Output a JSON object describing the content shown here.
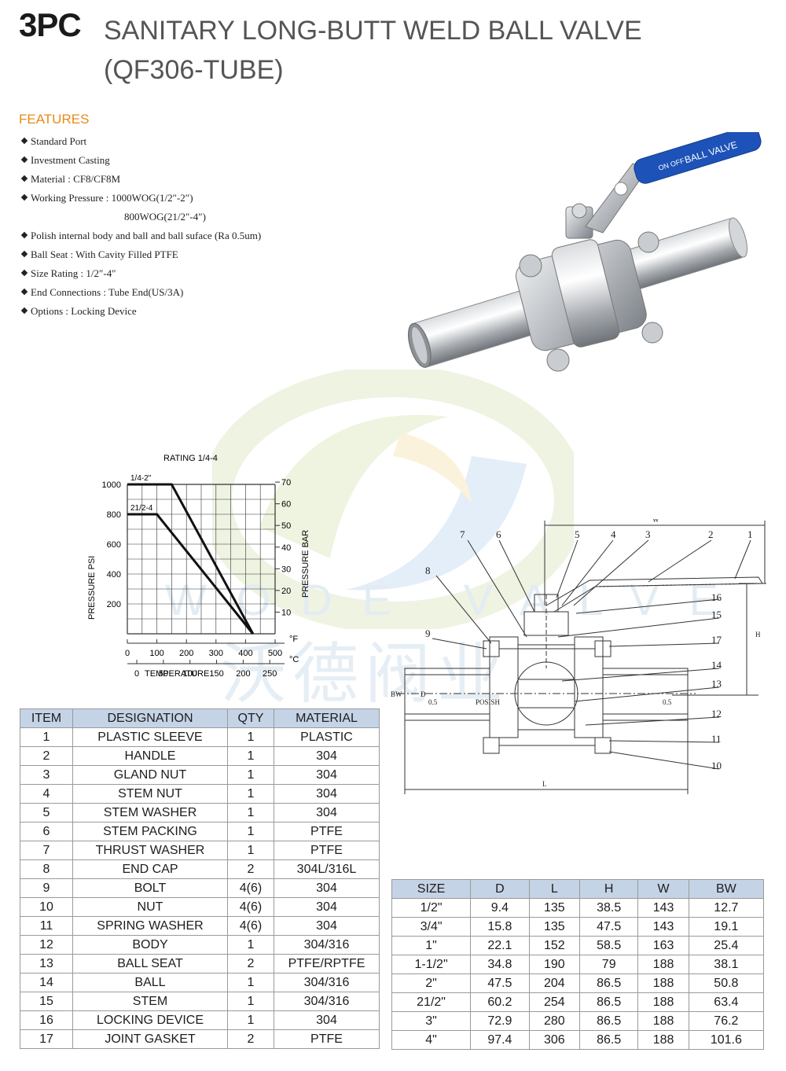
{
  "title": {
    "code": "3PC",
    "line1": "SANITARY LONG-BUTT WELD BALL VALVE",
    "line2": "(QF306-TUBE)"
  },
  "features": {
    "heading": "FEATURES",
    "items": [
      "Standard Port",
      "Investment Casting",
      "Material : CF8/CF8M",
      "Working Pressure : 1000WOG(1/2″-2″)",
      "800WOG(21/2″-4″)",
      "Polish internal body and ball and ball suface (Ra 0.5um)",
      "Ball Seat : With Cavity Filled PTFE",
      "Size Rating : 1/2″-4″",
      "End Connections : Tube End(US/3A)",
      "Options : Locking Device"
    ]
  },
  "photo": {
    "handle_text": "BALL VALVE",
    "handle_small": "ON OFF"
  },
  "watermark": {
    "text": "WODE VALVE",
    "cn": "沃德阀业"
  },
  "chart_data": {
    "type": "line",
    "title": "RATING  1/4-4",
    "ylabel_left": "PRESSURE PSI",
    "ylabel_right": "PRESSURE BAR",
    "xlabel": "TEMPERATURE",
    "yticks_left": [
      "1000",
      "800",
      "600",
      "400",
      "200"
    ],
    "yticks_right": [
      "70",
      "60",
      "50",
      "40",
      "30",
      "20",
      "10"
    ],
    "xticks_f": [
      "0",
      "100",
      "200",
      "300",
      "400",
      "500"
    ],
    "xticks_c": [
      "0",
      "50",
      "100",
      "150",
      "200",
      "250"
    ],
    "unit_f": "°F",
    "unit_c": "°C",
    "xlim_f": [
      0,
      500
    ],
    "ylim_psi": [
      0,
      1000
    ],
    "series": [
      {
        "name": "1/4-2\"",
        "x": [
          0,
          150,
          425
        ],
        "y": [
          1000,
          1000,
          0
        ]
      },
      {
        "name": "21/2-4",
        "x": [
          0,
          100,
          425
        ],
        "y": [
          800,
          800,
          0
        ]
      }
    ]
  },
  "drawing": {
    "callouts": [
      "1",
      "2",
      "3",
      "4",
      "5",
      "6",
      "7",
      "8",
      "9",
      "10",
      "11",
      "12",
      "13",
      "14",
      "15",
      "16",
      "17"
    ],
    "dims": {
      "w": "W",
      "h": "H",
      "l": "L",
      "bw": "BW",
      "d": "D"
    },
    "notes": {
      "polish": "POSISH",
      "ra1": "0.5",
      "ra2": "0.5"
    }
  },
  "parts_table": {
    "headers": [
      "ITEM",
      "DESIGNATION",
      "QTY",
      "MATERIAL"
    ],
    "rows": [
      [
        "1",
        "PLASTIC SLEEVE",
        "1",
        "PLASTIC"
      ],
      [
        "2",
        "HANDLE",
        "1",
        "304"
      ],
      [
        "3",
        "GLAND NUT",
        "1",
        "304"
      ],
      [
        "4",
        "STEM NUT",
        "1",
        "304"
      ],
      [
        "5",
        "STEM WASHER",
        "1",
        "304"
      ],
      [
        "6",
        "STEM PACKING",
        "1",
        "PTFE"
      ],
      [
        "7",
        "THRUST WASHER",
        "1",
        "PTFE"
      ],
      [
        "8",
        "END CAP",
        "2",
        "304L/316L"
      ],
      [
        "9",
        "BOLT",
        "4(6)",
        "304"
      ],
      [
        "10",
        "NUT",
        "4(6)",
        "304"
      ],
      [
        "11",
        "SPRING WASHER",
        "4(6)",
        "304"
      ],
      [
        "12",
        "BODY",
        "1",
        "304/316"
      ],
      [
        "13",
        "BALL SEAT",
        "2",
        "PTFE/RPTFE"
      ],
      [
        "14",
        "BALL",
        "1",
        "304/316"
      ],
      [
        "15",
        "STEM",
        "1",
        "304/316"
      ],
      [
        "16",
        "LOCKING DEVICE",
        "1",
        "304"
      ],
      [
        "17",
        "JOINT GASKET",
        "2",
        "PTFE"
      ]
    ]
  },
  "size_table": {
    "headers": [
      "SIZE",
      "D",
      "L",
      "H",
      "W",
      "BW"
    ],
    "rows": [
      [
        "1/2\"",
        "9.4",
        "135",
        "38.5",
        "143",
        "12.7"
      ],
      [
        "3/4\"",
        "15.8",
        "135",
        "47.5",
        "143",
        "19.1"
      ],
      [
        "1\"",
        "22.1",
        "152",
        "58.5",
        "163",
        "25.4"
      ],
      [
        "1-1/2\"",
        "34.8",
        "190",
        "79",
        "188",
        "38.1"
      ],
      [
        "2\"",
        "47.5",
        "204",
        "86.5",
        "188",
        "50.8"
      ],
      [
        "21/2\"",
        "60.2",
        "254",
        "86.5",
        "188",
        "63.4"
      ],
      [
        "3\"",
        "72.9",
        "280",
        "86.5",
        "188",
        "76.2"
      ],
      [
        "4\"",
        "97.4",
        "306",
        "86.5",
        "188",
        "101.6"
      ]
    ]
  }
}
